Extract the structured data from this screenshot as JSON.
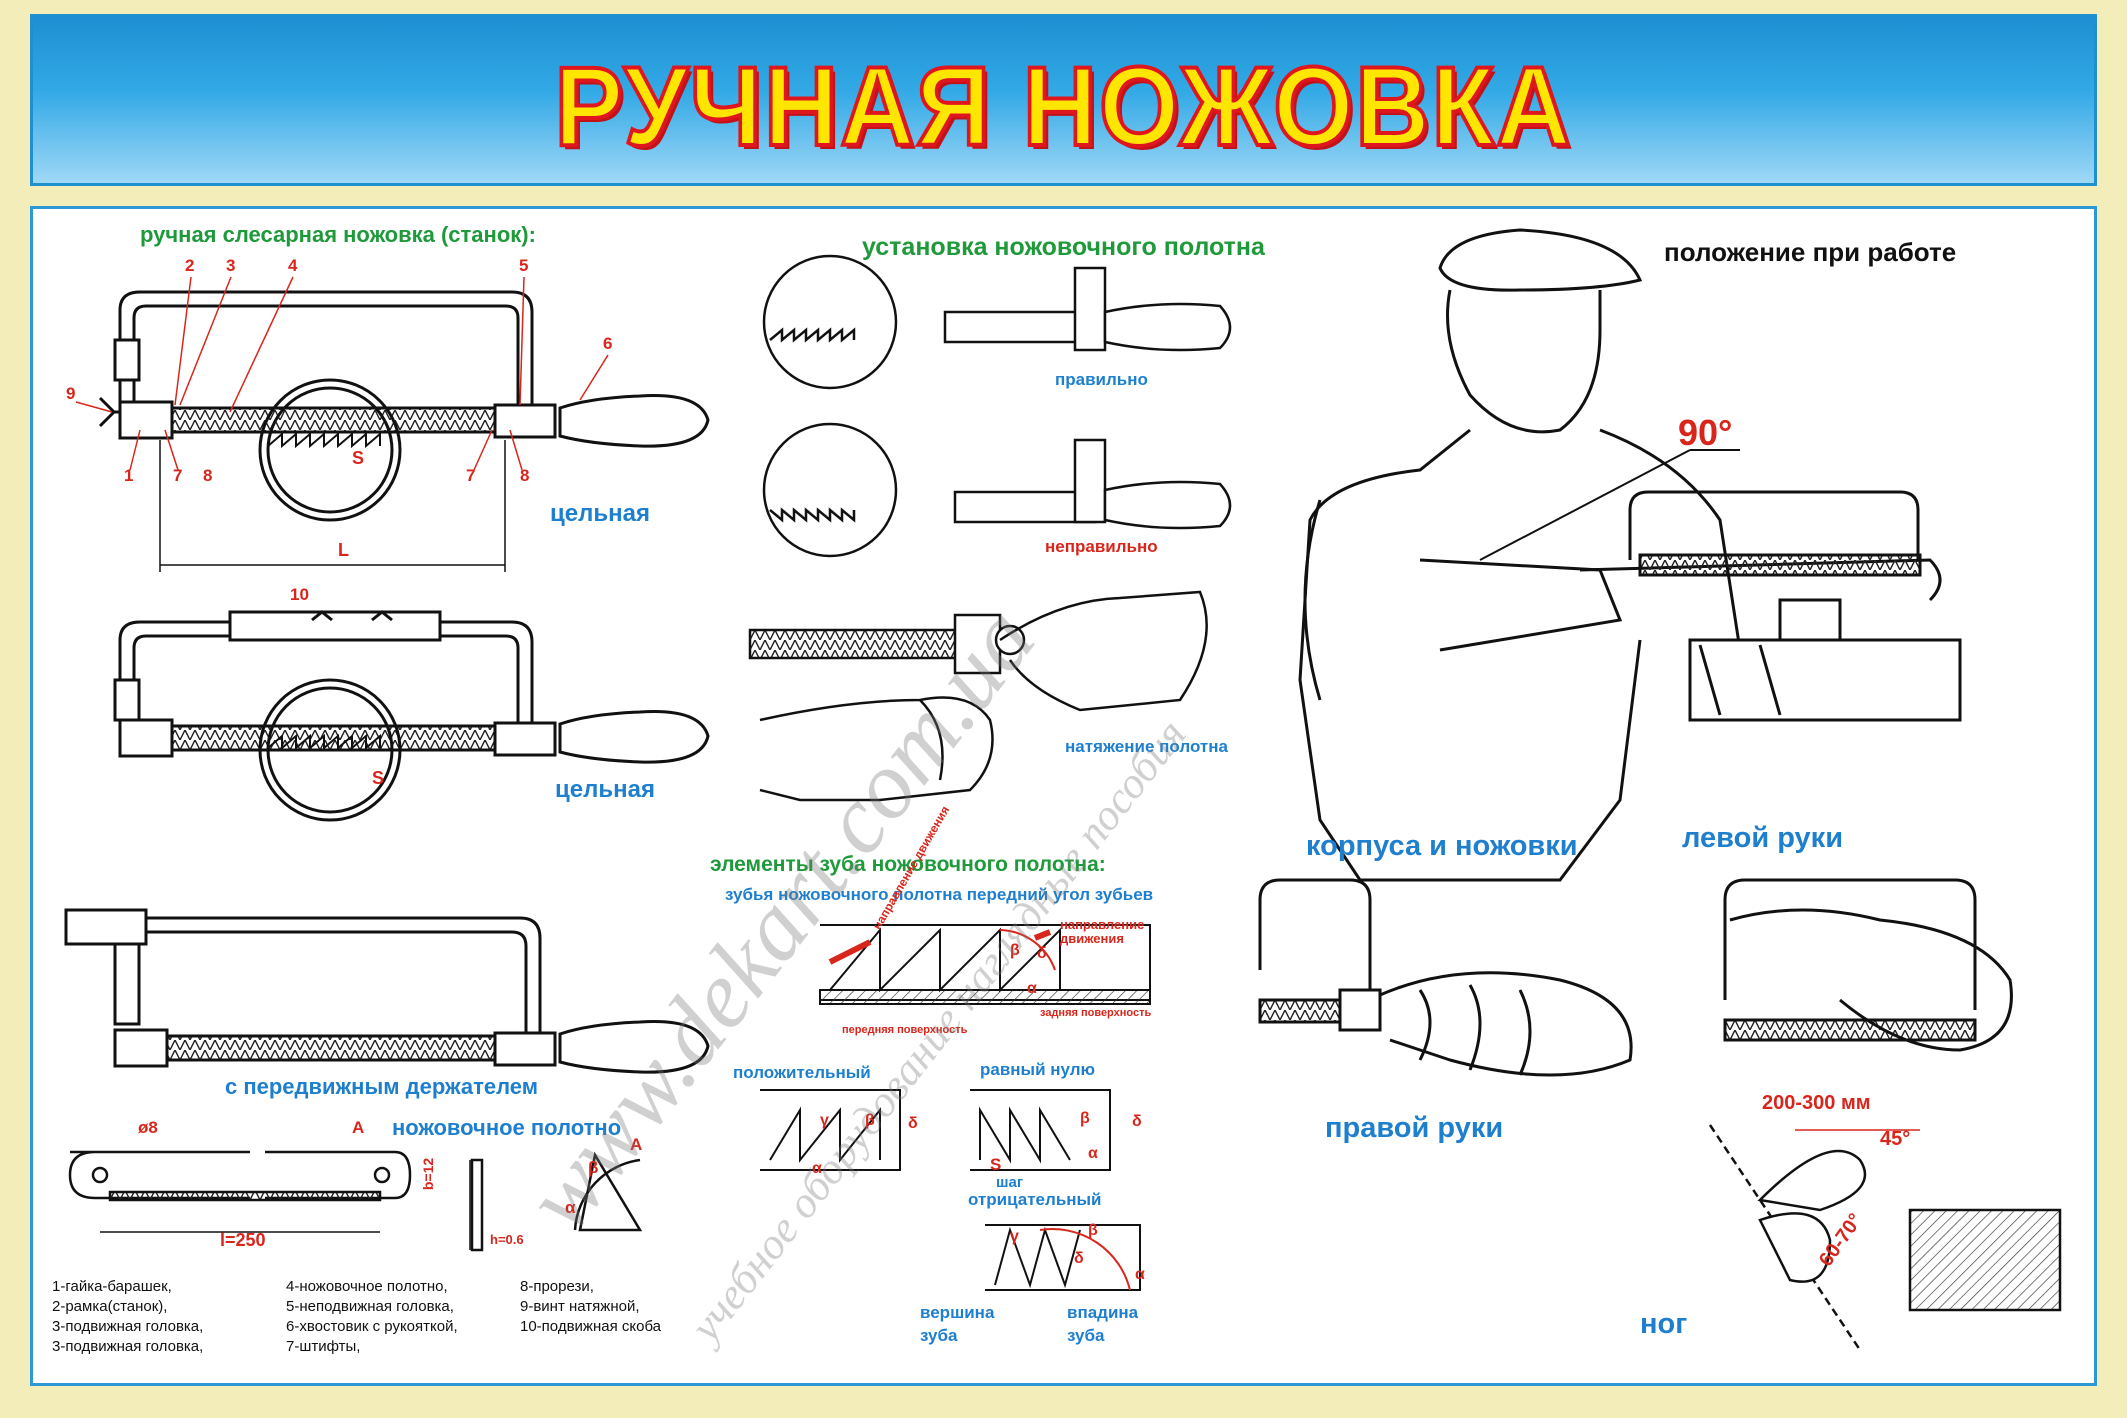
{
  "title": "РУЧНАЯ НОЖОВКА",
  "colors": {
    "title_fill": "#ffe600",
    "title_outline": "#e0161f",
    "banner": "#1d8fd2",
    "frame": "#f3eeb9",
    "accent_red": "#d9261c",
    "label_blue": "#1e7fcf",
    "label_green": "#1f9a3b"
  },
  "saw_section": {
    "heading": "ручная слесарная ножовка (станок):",
    "part_numbers_top": [
      "2",
      "3",
      "4",
      "5",
      "6",
      "9"
    ],
    "part_numbers_bottom": [
      "1",
      "7",
      "8",
      "7",
      "8"
    ],
    "dim_s": "S",
    "dim_l": "L",
    "caption_solid_1": "цельная",
    "part_10": "10",
    "dim_s2": "S",
    "caption_solid_2": "цельная",
    "caption_movable": "с передвижным держателем"
  },
  "blade_section": {
    "heading": "ножовочное полотно",
    "hole_dia": "ø8",
    "point_a": "A",
    "length": "l=250",
    "width": "b=12",
    "thickness": "h=0.6",
    "detail_a": "A",
    "beta": "β",
    "alpha": "α"
  },
  "legend": {
    "col1": [
      "1-гайка-барашек,",
      "2-рамка(станок),",
      "3-подвижная головка,",
      "3-подвижная головка,"
    ],
    "col2": [
      "4-ножовочное полотно,",
      "5-неподвижная головка,",
      "6-хвостовик с рукояткой,",
      "7-штифты,"
    ],
    "col3": [
      "8-прорези,",
      "9-винт натяжной,",
      "10-подвижная скоба"
    ]
  },
  "install_section": {
    "heading": "установка ножовочного полотна",
    "correct": "правильно",
    "incorrect": "неправильно",
    "tension": "натяжение полотна"
  },
  "tooth_section": {
    "heading": "элементы зуба ножовочного полотна:",
    "subheading": "зубья ножовочного полотна передний угол зубьев",
    "direction_left": "направление движения",
    "direction_right": "направление движения",
    "rear_surface": "задняя поверхность",
    "front_surface": "передняя поверхность",
    "greek": [
      "β",
      "δ",
      "α",
      "γ"
    ],
    "positive": "положительный",
    "zero": "равный нулю",
    "step_s": "S",
    "step": "шаг",
    "negative": "отрицательный",
    "tooth_tip": "вершина зуба",
    "tooth_root": "впадина зуба"
  },
  "position_section": {
    "heading": "положение при работе",
    "angle_90": "90°",
    "body_saw": "корпуса и ножовки",
    "left_hand": "левой руки",
    "right_hand": "правой руки",
    "legs": "ног",
    "distance": "200-300 мм",
    "angle_45": "45°",
    "angle_60_70": "60-70°"
  },
  "watermark": {
    "url": "www.dekart.com.ua",
    "sub": "учебное оборудование наглядные пособия"
  }
}
